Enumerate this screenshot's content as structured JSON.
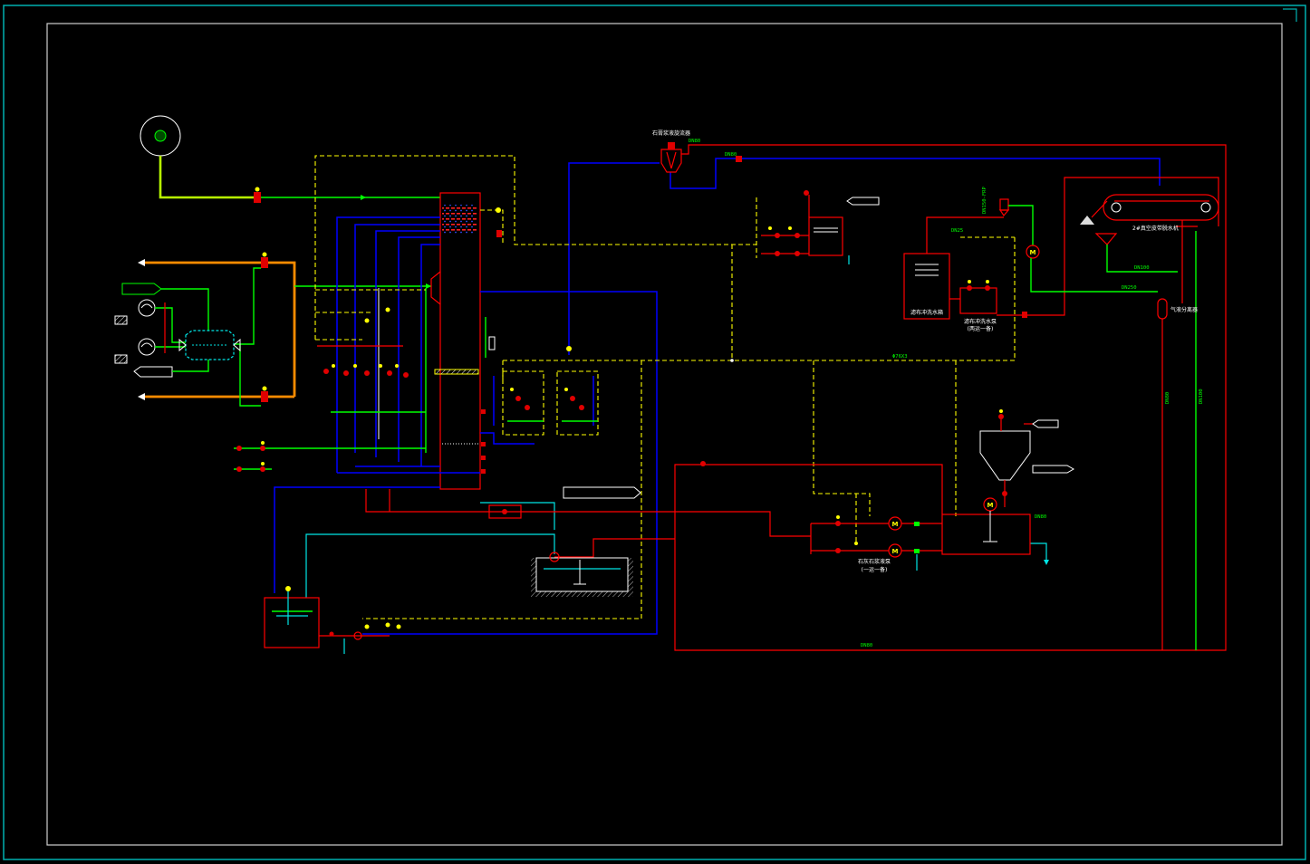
{
  "drawing": {
    "background": "#000000",
    "frame_color": "#00b0b0",
    "border_color": "#cfcfcf"
  },
  "line_colors": {
    "red": "#ff0000",
    "blue": "#0000ff",
    "yellow": "#ffff00",
    "green": "#00ff00",
    "orange": "#ff8c00",
    "cyan": "#00e6e6"
  },
  "equipment_labels": {
    "hydrocyclone": "石膏浆液旋流器",
    "belt_filter": "2#真空皮带脱水机",
    "gas_liquid_separator": "气液分离器",
    "filter_cloth_tank": "滤布冲洗水箱",
    "filter_cloth_pump": "滤布冲洗水泵",
    "filter_cloth_pump_note": "(两运一备)",
    "limestone_pump": "石灰石浆液泵",
    "limestone_pump_note": "(一运一备)"
  },
  "motor_label": "M",
  "pipe_spec": "Φ76X3",
  "pipe_tags": [
    "DN80",
    "DN80",
    "DN25",
    "DN150-FRP",
    "DN100",
    "DN250",
    "DN80",
    "DN100",
    "DN80",
    "DN80"
  ]
}
